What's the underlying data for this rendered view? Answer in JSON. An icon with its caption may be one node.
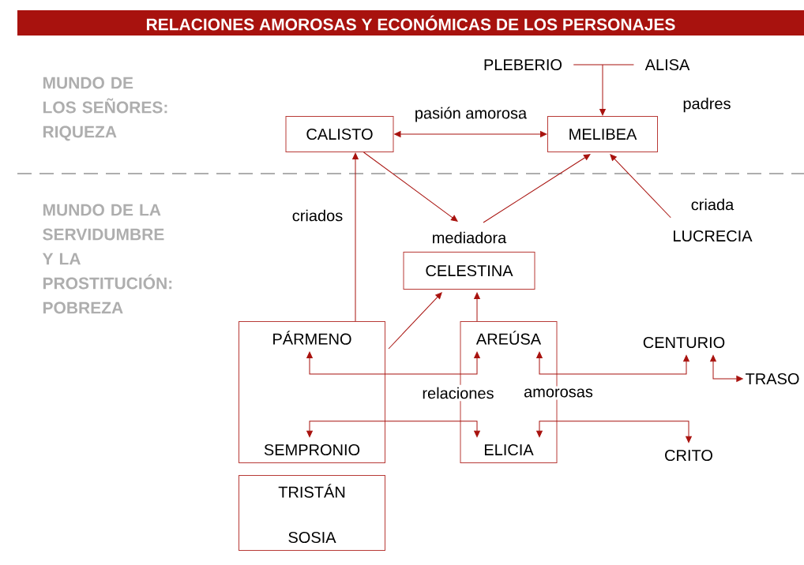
{
  "diagram": {
    "title": "RELACIONES AMOROSAS Y ECONÓMICAS DE LOS PERSONAJES",
    "nodes": [
      {
        "text": [
          "PLEBERIO"
        ]
      },
      {
        "text": [
          "ALISA"
        ]
      },
      {
        "text": [
          "CALISTO"
        ]
      },
      {
        "text": [
          "MELIBEA"
        ]
      },
      {
        "text": [
          "LUCRECIA"
        ],
        "beside": [
          "criada"
        ]
      },
      {
        "text": [
          "CELESTINA"
        ],
        "beside": [
          "mediadora"
        ]
      },
      {
        "text": [],
        "shape": "box"
      },
      {
        "text": [
          "PÁRMENO"
        ],
        "in": 6
      },
      {
        "text": [
          "SEMPRONIO"
        ],
        "in": 6
      },
      {
        "text": [],
        "shape": "box"
      },
      {
        "text": [
          "AREÚSA"
        ],
        "in": 9
      },
      {
        "text": [
          "ELICIA"
        ],
        "in": 9
      },
      {
        "text": [
          "CENTURIO"
        ]
      },
      {
        "text": [
          "TRASO"
        ]
      },
      {
        "text": [
          "CRITO"
        ]
      },
      {
        "text": [
          "TRISTÁN",
          "SOSIA"
        ]
      }
    ],
    "edges": [
      {
        "from": 0,
        "to": 3,
        "arrow": "to"
      },
      {
        "from": 1,
        "to": 3,
        "arrow": "to"
      },
      {
        "from": 2,
        "to": 3,
        "arrow": "both",
        "label": "pasión amorosa"
      },
      {
        "from": 2,
        "to": 5,
        "arrow": "to"
      },
      {
        "from": 5,
        "to": 3,
        "arrow": "to"
      },
      {
        "from": 4,
        "to": 3,
        "arrow": "to"
      },
      {
        "from": 6,
        "to": 2,
        "arrow": "to",
        "label": "criados"
      },
      {
        "from": 6,
        "to": 5,
        "arrow": "to"
      },
      {
        "from": 9,
        "to": 5,
        "arrow": "to"
      },
      {
        "from": 7,
        "to": 10,
        "arrow": "both"
      },
      {
        "from": 10,
        "to": 12,
        "arrow": "both"
      },
      {
        "from": 12,
        "to": 13,
        "arrow": "both"
      },
      {
        "from": 8,
        "to": 11,
        "arrow": "both"
      },
      {
        "from": 11,
        "to": 14,
        "arrow": "both"
      }
    ],
    "labels": [
      "MUNDO DE LOS SEÑORES: RIQUEZA",
      "padres",
      "MUNDO DE LA SERVIDUMBRE Y LA PROSTITUCIÓN: POBREZA",
      "relaciones",
      "amorosas"
    ]
  }
}
